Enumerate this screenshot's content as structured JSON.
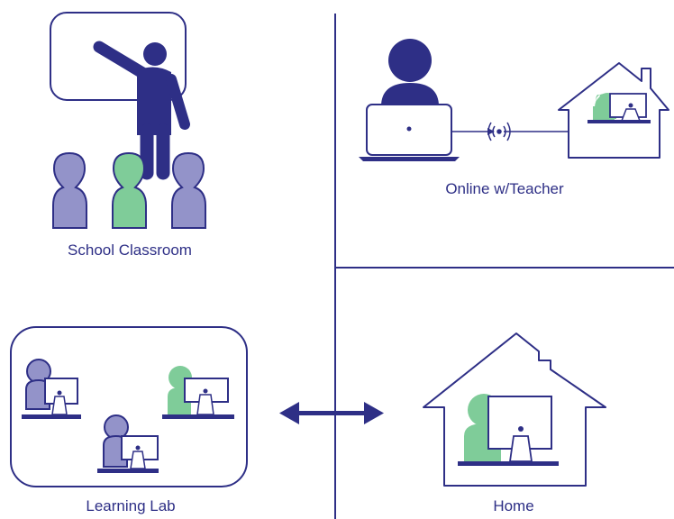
{
  "labels": {
    "school_classroom": "School Classroom",
    "online_teacher": "Online w/Teacher",
    "learning_lab": "Learning Lab",
    "home": "Home"
  },
  "colors": {
    "navy": "#2e2f86",
    "purple": "#9393c9",
    "green": "#7fcc99",
    "white": "#ffffff"
  },
  "icons": {
    "teacher": "teacher-at-whiteboard-icon",
    "student": "student-icon",
    "laptop": "laptop-icon",
    "wifi": "wireless-signal-icon",
    "house": "house-icon",
    "computer": "desktop-computer-icon",
    "arrow": "double-headed-arrow-icon"
  }
}
